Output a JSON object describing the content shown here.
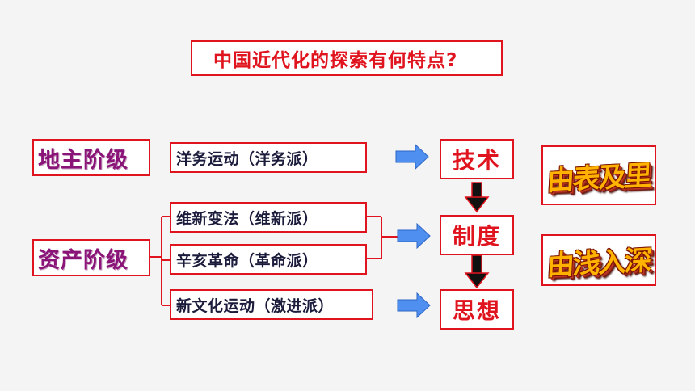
{
  "title": "中国近代化的探索有何特点?",
  "classes": {
    "landlord": "地主阶级",
    "bourgeoisie": "资产阶级"
  },
  "movements": {
    "westernization": "洋务运动（洋务派）",
    "reform": "维新变法（维新派）",
    "revolution": "辛亥革命（革命派）",
    "new_culture": "新文化运动（激进派）"
  },
  "stages": {
    "technology": "技术",
    "institution": "制度",
    "thought": "思想"
  },
  "features": {
    "surface_to_inside": "由表及里",
    "shallow_to_deep": "由浅入深"
  },
  "colors": {
    "accent": "#e0141e",
    "class_text": "#8a1478",
    "arrow_blue": "#4f8ff0",
    "art_gold": "#ffb300"
  }
}
